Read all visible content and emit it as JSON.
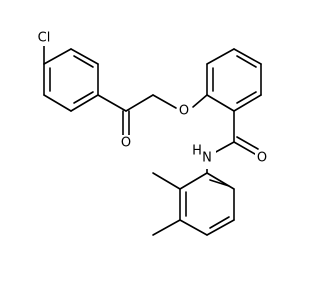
{
  "molecule": {
    "atoms": {
      "cl": {
        "symbol": "Cl",
        "color": "#000000"
      },
      "o_ketone": {
        "symbol": "O",
        "color": "#000000"
      },
      "o_ether": {
        "symbol": "O",
        "color": "#000000"
      },
      "o_amide": {
        "symbol": "O",
        "color": "#000000"
      },
      "n_amide": {
        "symbol": "N",
        "color": "#000000"
      },
      "h_amide": {
        "symbol": "H",
        "color": "#000000"
      }
    }
  }
}
